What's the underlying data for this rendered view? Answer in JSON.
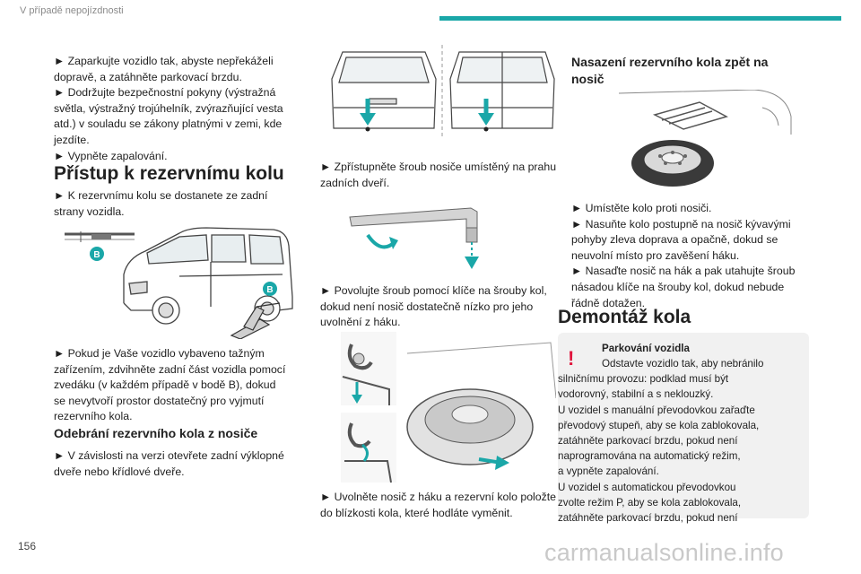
{
  "header": {
    "section": "V případě nepojízdnosti",
    "accent_color": "#1aa7a8"
  },
  "page_number": "156",
  "watermark": "carmanualsonline.info",
  "col1": {
    "intro_lines": [
      "► Zaparkujte vozidlo tak, abyste nepřekáželi",
      "dopravě, a zatáhněte parkovací brzdu.",
      "► Dodržujte bezpečnostní pokyny (výstražná",
      "světla, výstražný trojúhelník, zvýrazňující vesta",
      "atd.) v souladu se zákony platnými v zemi, kde",
      "jezdíte.",
      "► Vypněte zapalování."
    ],
    "section_title": "Přístup k rezervnímu kolu",
    "access_lines": [
      "► K rezervnímu kolu se dostanete ze zadní",
      "strany vozidla."
    ],
    "fig_label_b": "B",
    "jack_lines": [
      "► Pokud je Vaše vozidlo vybaveno tažným",
      "zařízením, zdvihněte zadní část vozidla pomocí",
      "zvedáku (v každém případě v bodě B), dokud",
      "se nevytvoří prostor dostatečný pro vyjmutí",
      "rezervního kola."
    ],
    "subsection_title": "Odebrání rezervního kola z nosiče",
    "open_lines": [
      "► V závislosti na verzi otevřete zadní výklopné",
      "dveře nebo křídlové dveře."
    ]
  },
  "col2": {
    "screw_lines": [
      "► Zpřístupněte šroub nosiče umístěný na prahu",
      "zadních dveří."
    ],
    "loosen_lines": [
      "► Povolujte šroub pomocí klíče na šrouby kol,",
      "dokud není nosič dostatečně nízko pro jeho",
      "uvolnění z háku."
    ],
    "release_lines": [
      "► Uvolněte nosič z háku a rezervní kolo položte",
      "do blízkosti kola, které hodláte vyměnit."
    ]
  },
  "col3": {
    "title_lines": [
      "Nasazení rezervního kola zpět na",
      "nosič"
    ],
    "mount_lines": [
      "► Umístěte kolo proti nosiči.",
      "► Nasuňte kolo postupně na nosič kývavými",
      "pohyby zleva doprava a opačně, dokud se",
      "neuvolní místo pro zavěšení háku.",
      "► Nasaďte nosič na hák a pak utahujte šroub",
      "násadou klíče na šrouby kol, dokud nebude",
      "řádně dotažen."
    ],
    "section_title": "Demontáž kola",
    "warning": {
      "title": "Parkování vozidla",
      "lines": [
        "Odstavte vozidlo tak, aby nebránilo",
        "silničnímu provozu: podklad musí být",
        "vodorovný, stabilní a s neklouzký.",
        "U vozidel s manuální převodovkou zařaďte",
        "převodový stupeň, aby se kola zablokovala,",
        "zatáhněte parkovací brzdu, pokud není",
        "naprogramována na automatický režim,",
        "a vypněte zapalování.",
        "U vozidel s automatickou převodovkou",
        "zvolte režim P, aby se kola zablokovala,",
        "zatáhněte parkovací brzdu, pokud není"
      ],
      "mark": "!",
      "mark_color": "#e0143c"
    }
  }
}
